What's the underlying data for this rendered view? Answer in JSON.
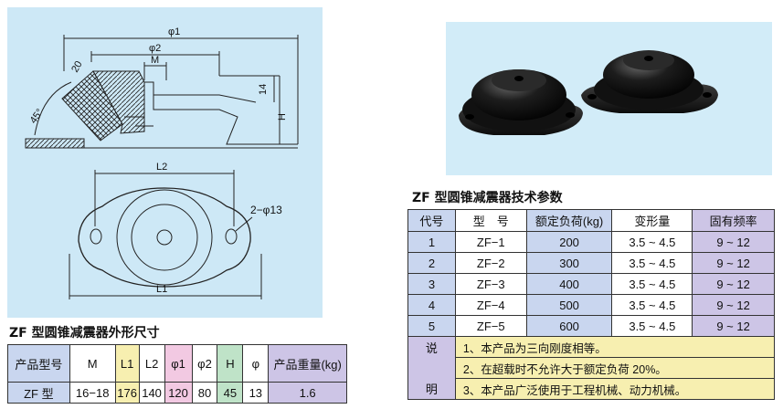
{
  "drawing": {
    "labels": {
      "phi1": "φ1",
      "phi2": "φ2",
      "m": "M",
      "d20": "20",
      "angle": "45°",
      "d14": "14",
      "h": "H",
      "l2": "L2",
      "l1": "L1",
      "holes": "2−φ13"
    }
  },
  "dimensions": {
    "title": "ZF 型圆锥减震器外形尺寸",
    "headers": [
      "产品型号",
      "M",
      "L1",
      "L2",
      "φ1",
      "φ2",
      "H",
      "φ",
      "产品重量(kg)"
    ],
    "row": [
      "ZF 型",
      "16−18",
      "176",
      "140",
      "120",
      "80",
      "45",
      "13",
      "1.6"
    ]
  },
  "tech": {
    "title": "ZF 型圆锥减震器技术参数",
    "headers": [
      "代号",
      "型　号",
      "额定负荷(kg)",
      "变形量",
      "固有频率"
    ],
    "rows": [
      [
        "1",
        "ZF−1",
        "200",
        "3.5 ~ 4.5",
        "9 ~ 12"
      ],
      [
        "2",
        "ZF−2",
        "300",
        "3.5 ~ 4.5",
        "9 ~ 12"
      ],
      [
        "3",
        "ZF−3",
        "400",
        "3.5 ~ 4.5",
        "9 ~ 12"
      ],
      [
        "4",
        "ZF−4",
        "500",
        "3.5 ~ 4.5",
        "9 ~ 12"
      ],
      [
        "5",
        "ZF−5",
        "600",
        "3.5 ~ 4.5",
        "9 ~ 12"
      ]
    ],
    "notes_label_top": "说",
    "notes_label_bottom": "明",
    "notes": [
      "1、本产品为三向刚度相等。",
      "2、在超载时不允许大于额定负荷 20%。",
      "3、本产品广泛使用于工程机械、动力机械。"
    ]
  },
  "colors": {
    "panel_blue": "#cde8f6",
    "header_blue": "#c9d6ef",
    "purple": "#cdc5e6",
    "yellow": "#f7efb0",
    "pink": "#f2c9e2",
    "green": "#bfe3c8"
  }
}
